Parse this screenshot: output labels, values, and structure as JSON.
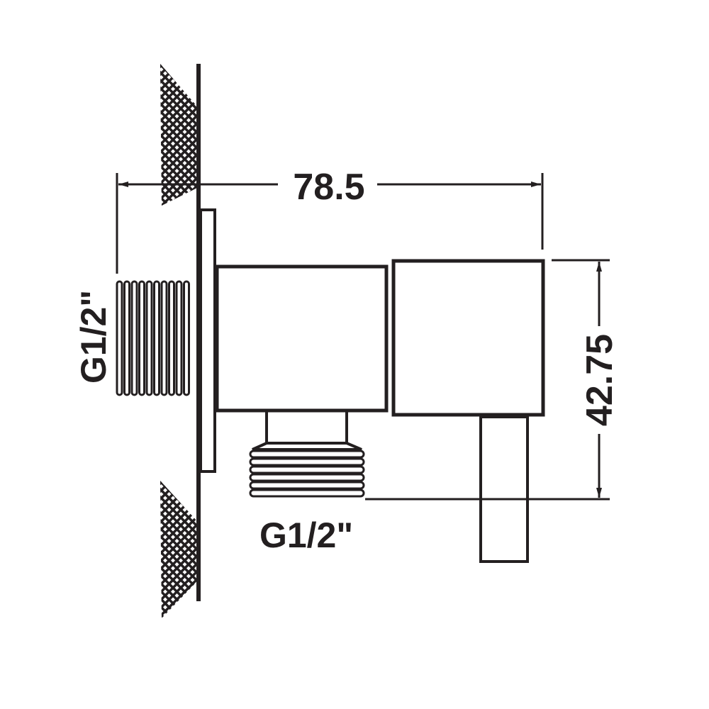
{
  "diagram": {
    "dimensions": {
      "overall_length": "78.5",
      "height": "42.75"
    },
    "thread_labels": {
      "wall_inlet": "G1/2\"",
      "outlet": "G1/2\""
    },
    "colors": {
      "line": "#231f20",
      "background": "#ffffff"
    }
  }
}
